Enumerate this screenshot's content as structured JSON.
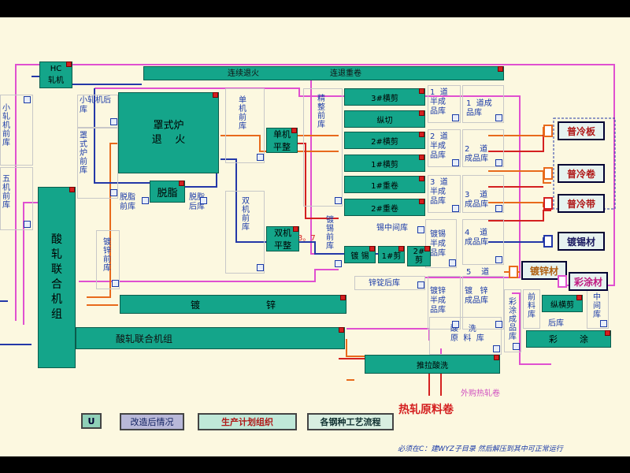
{
  "units": {
    "hc": "HC\n轧机",
    "continuous_anneal": "连续退火",
    "continuous_recoil": "连退重卷",
    "bell_furnace": "罩式炉\n退    火",
    "degrease": "脱脂",
    "pickling_tandem_vertical": "酸\n轧\n联\n合\n机\n组",
    "pickling_tandem_bottom": "酸轧联合机组",
    "galvanizing": "镀                      锌",
    "single_stand_temper": "单机\n平整",
    "double_stand_temper": "双机\n平整",
    "tinning": "镀  锡",
    "no3_cross_cut": "3#横剪",
    "slitting": "纵切",
    "no2_cross_cut": "2#横剪",
    "no1_cross_cut": "1#横剪",
    "no1_recoil": "1#重卷",
    "no2_recoil": "2#重卷",
    "tin_no1": "1#剪",
    "tin_no2": "2#\n剪",
    "color_coating": "彩        涂",
    "color_cross_cut": "纵横剪",
    "push_pull_pickling": "推拉酸洗"
  },
  "warehouses": {
    "small_mill_front": "小\n轧\n机\n前\n库",
    "five_stand_front": "五\n机\n前\n库",
    "small_mill_after": "小轧机后\n库",
    "bell_front": "罩\n式\n炉\n前\n库",
    "degrease_front": "脱脂\n前库",
    "degrease_after": "脱脂\n后库",
    "galv_front": "镀\n锌\n前\n库",
    "single_front": "单\n机\n前\n库",
    "finishing_front": "精\n整\n前\n库",
    "double_front": "双\n机\n前\n库",
    "tin_front": "镀\n锡\n前\n库",
    "tin_middle": "锡中间库",
    "tin_semi": "镀锡\n半成\n品库",
    "pass1_semi": "1  道\n半成\n品库",
    "pass1_product": "1  道成\n品库",
    "pass2_semi": "2  道\n半成\n品库",
    "pass2_product": "2    道\n成品库",
    "pass3_semi": "3  道\n半成\n品库",
    "pass3_product": "3    道\n成品库",
    "pass4_product": "4    道\n成品库",
    "pass5": "5    道",
    "galv_after": "锌锭后库",
    "galv_semi": "镀锌\n半成\n品库",
    "galv_product": "镀   锌\n成品库",
    "color_semi": "彩\n涂\n成\n品\n库",
    "color_front": "前\n料\n库",
    "color_after": "后库",
    "middle_wh": "中\n间\n库",
    "pickling_raw": "酸    洗\n原  料  库"
  },
  "products": {
    "ordinary_cold_plate": "普冷板",
    "ordinary_cold_coil": "普冷卷",
    "ordinary_cold_strip": "普冷带",
    "tinplate": "镀锡材",
    "galvanized": "镀锌材",
    "color_coated": "彩涂材"
  },
  "labels": {
    "purchased_hot_coil": "外购热轧卷",
    "hot_raw_coil": "热轧原料卷",
    "flow_mark": "3。7"
  },
  "buttons": {
    "home_icon": "U",
    "after_reform": "改造后情况",
    "production_plan": "生产计划组织",
    "process_flow": "各钢种工艺流程"
  },
  "footer": {
    "note": "必须在C：建WYZ子目录 然后解压到其中可正常运行"
  },
  "colors": {
    "stage_bg": "#fcf8e0",
    "unit_green": "#14a58a",
    "flow_orange": "#e86a1c",
    "flow_blue": "#2438a8",
    "flow_magenta": "#e050d0",
    "flow_red": "#d42020",
    "product_text": "#b01818"
  }
}
